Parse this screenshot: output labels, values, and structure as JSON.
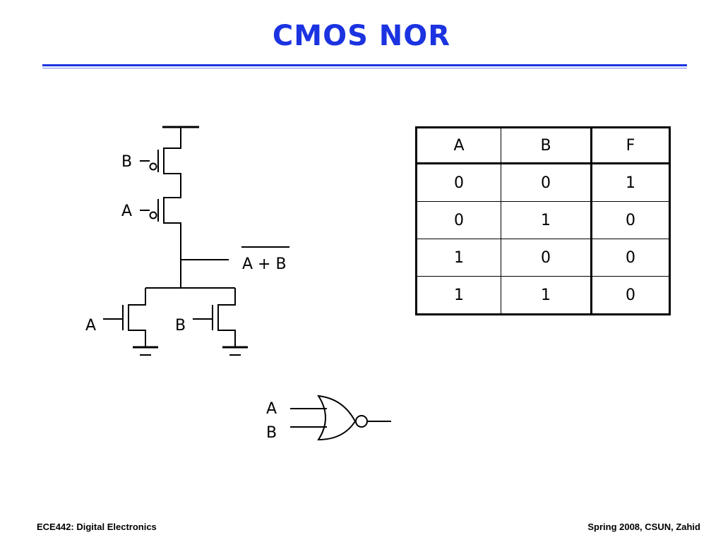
{
  "slide": {
    "title": "CMOS NOR",
    "footer_left": "ECE442: Digital Electronics",
    "footer_right": "Spring 2008, CSUN, Zahid"
  },
  "schematic": {
    "pmos_top_label": "B",
    "pmos_bottom_label": "A",
    "nmos_left_label": "A",
    "nmos_right_label": "B",
    "output_label": "A + B"
  },
  "truth_table": {
    "headers": [
      "A",
      "B",
      "F"
    ],
    "rows": [
      [
        "0",
        "0",
        "1"
      ],
      [
        "0",
        "1",
        "0"
      ],
      [
        "1",
        "0",
        "0"
      ],
      [
        "1",
        "1",
        "0"
      ]
    ]
  },
  "gate": {
    "input_a_label": "A",
    "input_b_label": "B"
  },
  "colors": {
    "title": "#1b33e0",
    "rule": "#1b33e0"
  }
}
